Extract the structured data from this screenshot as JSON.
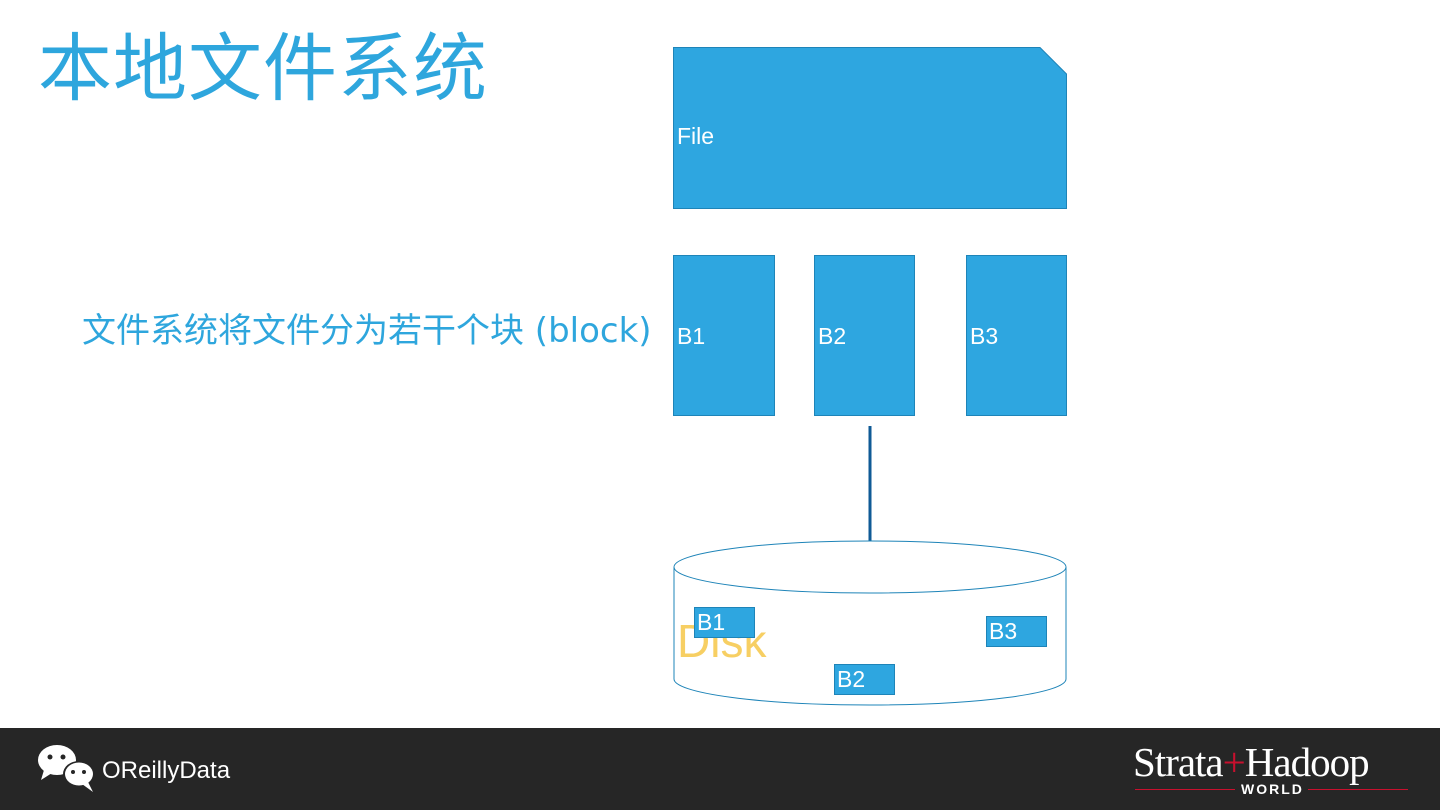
{
  "slide": {
    "title": "本地文件系统",
    "description": "文件系统将文件分为若干个块 (block)"
  },
  "diagram": {
    "file_label": "File",
    "blocks": [
      {
        "label": "B1"
      },
      {
        "label": "B2"
      },
      {
        "label": "B3"
      }
    ],
    "disk_label": "Disk",
    "disk_blocks": [
      {
        "label": "B1"
      },
      {
        "label": "B2"
      },
      {
        "label": "B3"
      }
    ]
  },
  "footer": {
    "account_name": "OReillyData",
    "account_icon": "wechat-icon",
    "logo_main": "Strata",
    "logo_plus": "+",
    "logo_second": "Hadoop",
    "logo_sub": "WORLD"
  },
  "colors": {
    "accent_blue": "#2ea6dd",
    "arrow_blue": "#0f5a96",
    "disk_label": "#f7cf63",
    "footer_bg": "#262626",
    "logo_red": "#c8102e"
  }
}
